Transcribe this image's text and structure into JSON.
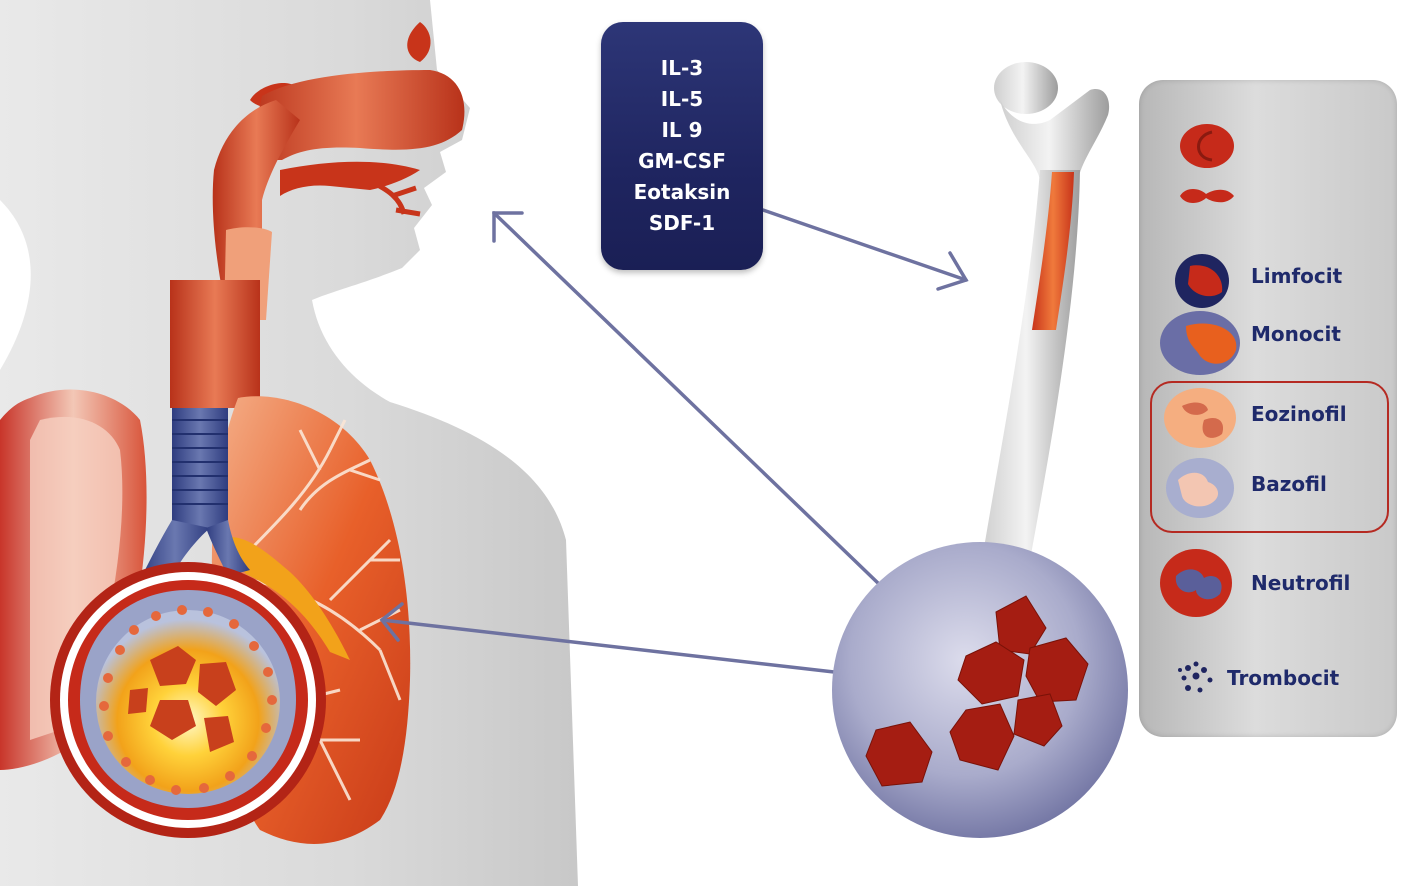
{
  "cytokines": [
    "IL-3",
    "IL-5",
    "IL 9",
    "GM-CSF",
    "Eotaksin",
    "SDF-1"
  ],
  "legend": {
    "limfocit": "Limfocit",
    "monocit": "Monocit",
    "eozinofil": "Eozinofil",
    "bazofil": "Bazofil",
    "neutrofil": "Neutrofil",
    "trombocit": "Trombocit"
  },
  "colors": {
    "navy": "#1f2560",
    "arrow": "#6e72a0",
    "blood_red": "#b52a22",
    "orange": "#e8501e",
    "legend_text": "#1f2a6b"
  }
}
